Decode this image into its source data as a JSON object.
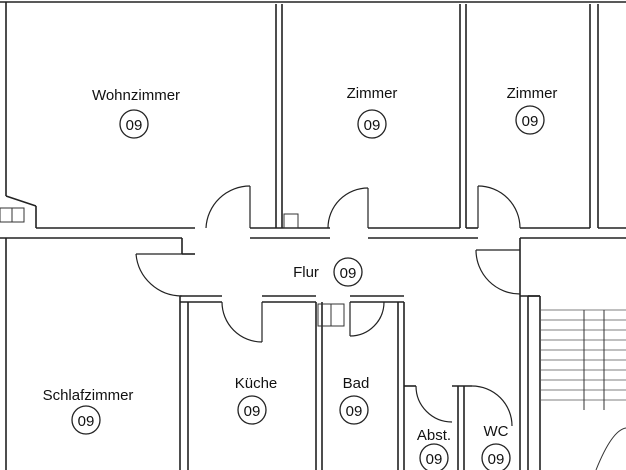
{
  "rooms": {
    "wohnzimmer": {
      "label": "Wohnzimmer",
      "code": "09"
    },
    "zimmer1": {
      "label": "Zimmer",
      "code": "09"
    },
    "zimmer2": {
      "label": "Zimmer",
      "code": "09"
    },
    "flur": {
      "label": "Flur",
      "code": "09"
    },
    "schlafzimmer": {
      "label": "Schlafzimmer",
      "code": "09"
    },
    "kueche": {
      "label": "Küche",
      "code": "09"
    },
    "bad": {
      "label": "Bad",
      "code": "09"
    },
    "abst": {
      "label": "Abst.",
      "code": "09"
    },
    "wc": {
      "label": "WC",
      "code": "09"
    }
  },
  "colors": {
    "line": "#222222",
    "background": "#ffffff"
  }
}
